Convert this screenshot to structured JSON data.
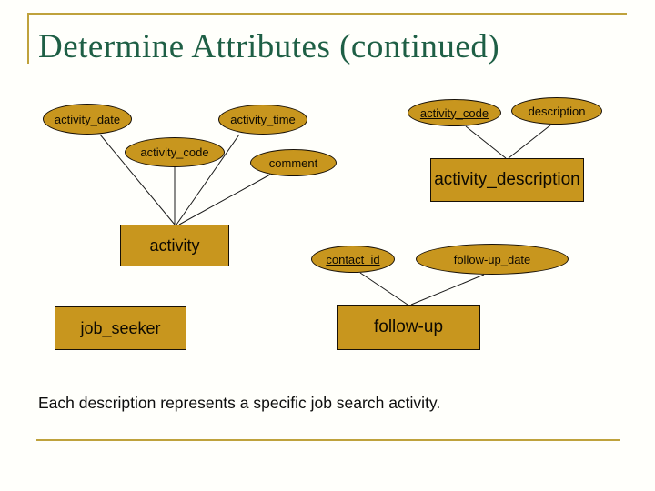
{
  "slide": {
    "title": "Determine Attributes (continued)",
    "caption": "Each description represents a specific job search activity.",
    "title_color": "#1e5f45",
    "accent_color": "#bfa23c",
    "shape_fill": "#c8961e"
  },
  "diagram": {
    "attributes": [
      {
        "label": "activity_date",
        "underlined": false
      },
      {
        "label": "activity_time",
        "underlined": false
      },
      {
        "label": "activity_code",
        "underlined": false
      },
      {
        "label": "comment",
        "underlined": false
      },
      {
        "label": "activity_code",
        "underlined": true
      },
      {
        "label": "description",
        "underlined": false
      },
      {
        "label": "contact_id",
        "underlined": true
      },
      {
        "label": "follow-up_date",
        "underlined": false
      }
    ],
    "entities": [
      {
        "label": "activity"
      },
      {
        "label": "activity_description"
      },
      {
        "label": "job_seeker"
      },
      {
        "label": "follow-up"
      }
    ],
    "edges": [
      {
        "from": "activity_date",
        "to": "activity"
      },
      {
        "from": "activity_code",
        "to": "activity"
      },
      {
        "from": "activity_time",
        "to": "activity"
      },
      {
        "from": "comment",
        "to": "activity"
      },
      {
        "from": "activity_code",
        "to": "activity_description"
      },
      {
        "from": "description",
        "to": "activity_description"
      },
      {
        "from": "contact_id",
        "to": "follow-up"
      },
      {
        "from": "follow-up_date",
        "to": "follow-up"
      }
    ]
  }
}
